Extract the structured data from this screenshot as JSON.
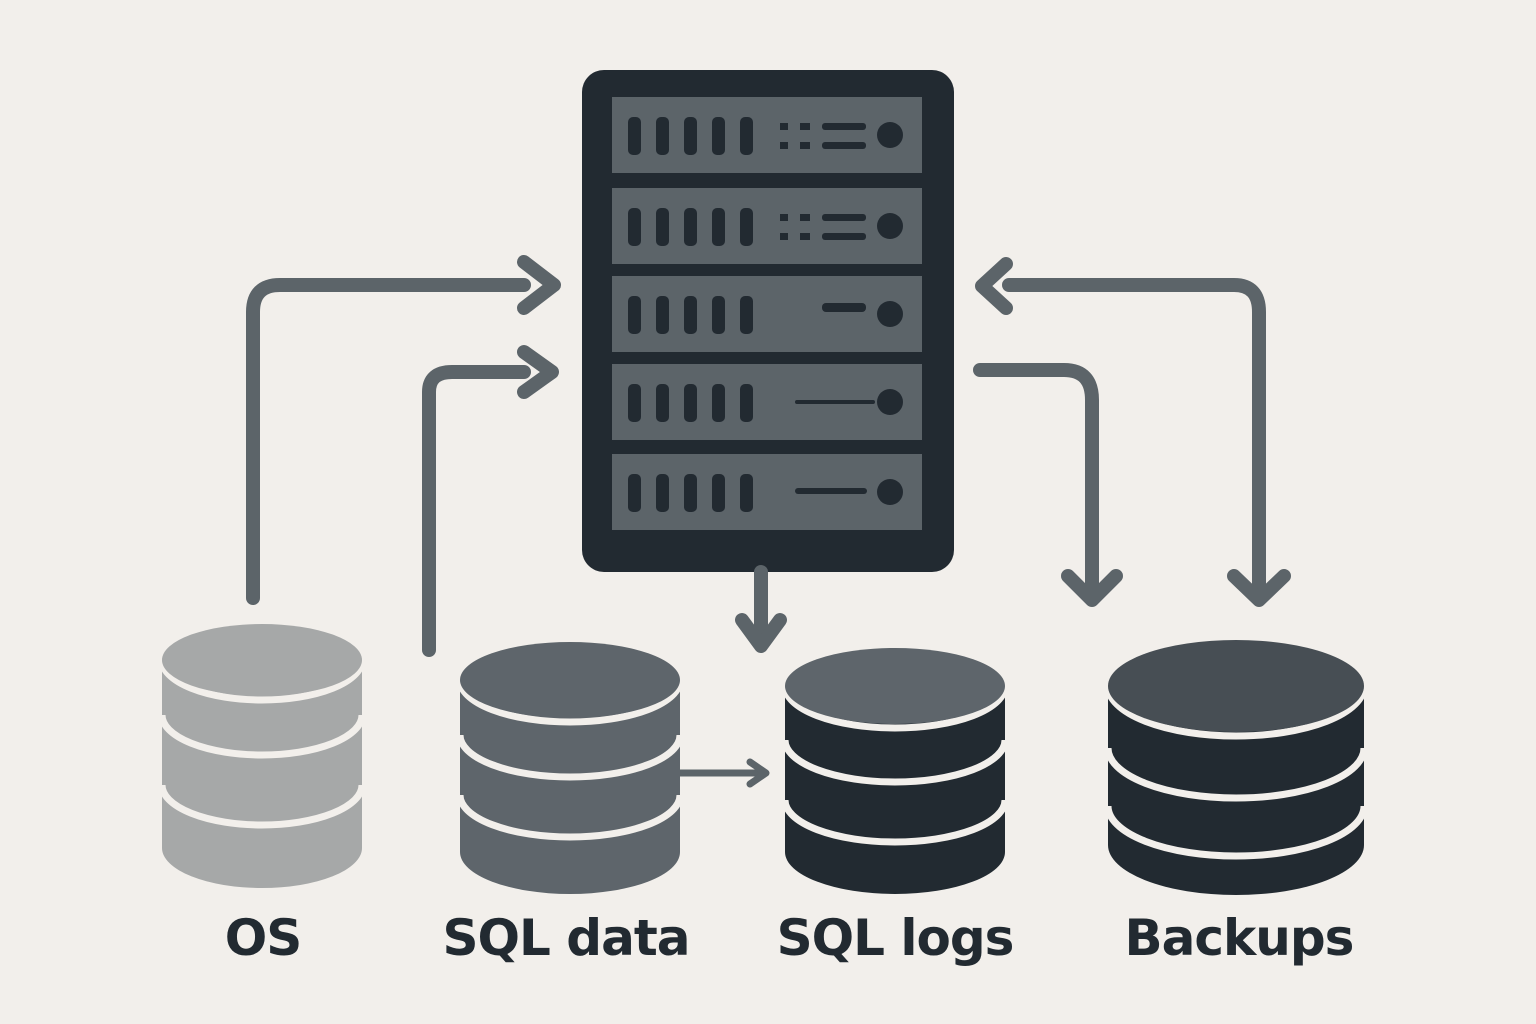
{
  "colors": {
    "background": "#f2efeb",
    "server_frame": "#222a31",
    "server_panel": "#5c6469",
    "server_slot": "#222a31",
    "arrow": "#5c6469",
    "db_os": "#a6a8a8",
    "db_sql_data": "#5e656b",
    "db_sql_logs_body": "#222a31",
    "db_sql_logs_top": "#5e656b",
    "db_backups_body": "#222a31",
    "db_backups_top": "#474e54",
    "db_band": "#f2efeb",
    "label_text": "#222a31"
  },
  "server": {
    "icon": "server-rack-icon",
    "unit_count": 5
  },
  "storage": [
    {
      "id": "os",
      "label": "OS",
      "icon": "database-icon",
      "color_key": "db_os"
    },
    {
      "id": "sql-data",
      "label": "SQL data",
      "icon": "database-icon",
      "color_key": "db_sql_data"
    },
    {
      "id": "sql-logs",
      "label": "SQL logs",
      "icon": "database-icon",
      "color_key": "db_sql_logs_body"
    },
    {
      "id": "backups",
      "label": "Backups",
      "icon": "database-icon",
      "color_key": "db_backups_body"
    }
  ],
  "connections": [
    {
      "id": "os-to-server",
      "from": "os",
      "to": "server"
    },
    {
      "id": "sql-data-to-server",
      "from": "sql-data",
      "to": "server"
    },
    {
      "id": "server-to-sql-logs",
      "from": "server",
      "to": "sql-logs"
    },
    {
      "id": "sql-data-to-sql-logs",
      "from": "sql-data",
      "to": "sql-logs"
    },
    {
      "id": "server-to-backups-a",
      "from": "server",
      "to": "backups"
    },
    {
      "id": "backups-server-sync",
      "from": "backups",
      "to": "server",
      "bidirectional": true
    }
  ]
}
